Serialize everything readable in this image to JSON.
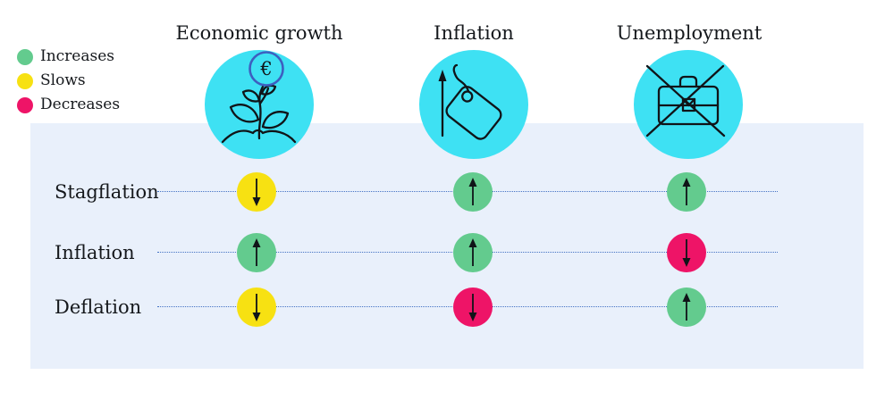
{
  "columns": [
    {
      "label": "Economic growth",
      "icon": "plant-euro-icon"
    },
    {
      "label": "Inflation",
      "icon": "price-tag-rising-icon"
    },
    {
      "label": "Unemployment",
      "icon": "crossed-briefcase-icon"
    }
  ],
  "legend": {
    "items": [
      {
        "label": "Increases",
        "state": "increases"
      },
      {
        "label": "Slows",
        "state": "slows"
      },
      {
        "label": "Decreases",
        "state": "decreases"
      }
    ]
  },
  "rows": [
    {
      "label": "Stagflation",
      "cells": [
        {
          "column": "Economic growth",
          "state": "slows",
          "direction": "down"
        },
        {
          "column": "Inflation",
          "state": "increases",
          "direction": "up"
        },
        {
          "column": "Unemployment",
          "state": "increases",
          "direction": "up"
        }
      ]
    },
    {
      "label": "Inflation",
      "cells": [
        {
          "column": "Economic growth",
          "state": "increases",
          "direction": "up"
        },
        {
          "column": "Inflation",
          "state": "increases",
          "direction": "up"
        },
        {
          "column": "Unemployment",
          "state": "decreases",
          "direction": "down"
        }
      ]
    },
    {
      "label": "Deflation",
      "cells": [
        {
          "column": "Economic growth",
          "state": "slows",
          "direction": "down"
        },
        {
          "column": "Inflation",
          "state": "decreases",
          "direction": "down"
        },
        {
          "column": "Unemployment",
          "state": "increases",
          "direction": "up"
        }
      ]
    }
  ],
  "icons": {
    "currency_symbol": "€"
  },
  "colors": {
    "increases": "#63CB8E",
    "slows": "#F7E112",
    "decreases": "#EE1467",
    "header_circle": "#3EE1F3",
    "panel": "#E9F0FB",
    "dotted_line": "#4472C4",
    "coin_ring": "#3D5FC0",
    "icon_stroke": "#101418",
    "arrow": "#101418",
    "text": "#15181C",
    "background": "#FFFFFF"
  }
}
